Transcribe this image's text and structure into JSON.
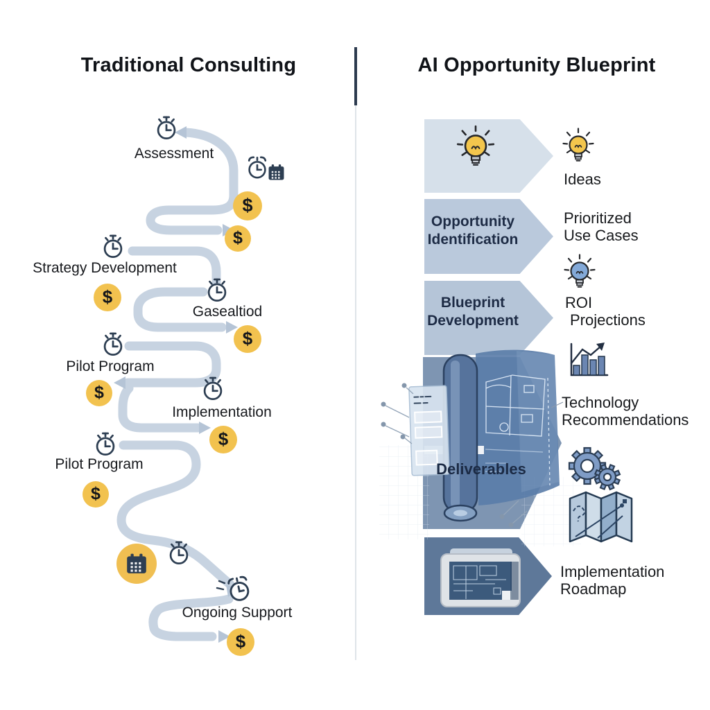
{
  "left_panel": {
    "title": "Traditional Consulting",
    "cost_symbol": "$",
    "cost_marker_count": 8,
    "stages": [
      {
        "label": "Assessment",
        "icon": "stopwatch-icon"
      },
      {
        "label": "Strategy Development",
        "icon": "stopwatch-icon"
      },
      {
        "label": "Gasealtiod",
        "icon": "stopwatch-icon"
      },
      {
        "label": "Pilot Program",
        "icon": "stopwatch-icon"
      },
      {
        "label": "Implementation",
        "icon": "stopwatch-icon"
      },
      {
        "label": "Pilot Program",
        "icon": "stopwatch-icon"
      },
      {
        "label": "Ongoing Support",
        "icon": "alarm-clock-icon"
      }
    ],
    "decor_icons": [
      "stopwatch-calendar-icon",
      "calendar-coin-icon",
      "winding-path",
      "dollar-coin-icon"
    ]
  },
  "right_panel": {
    "title": "AI Opportunity Blueprint",
    "process_steps": [
      {
        "label_line1": "",
        "label_line2": "",
        "icon": "lightbulb-icon"
      },
      {
        "label_line1": "Opportunity",
        "label_line2": "Identification",
        "icon": ""
      },
      {
        "label_line1": "Blueprint",
        "label_line2": "Development",
        "icon": ""
      },
      {
        "label_line1": "Deliverables",
        "label_line2": "",
        "icon": "blueprint-roll-icon"
      },
      {
        "label_line1": "",
        "label_line2": "",
        "icon": "tablet-roadmap-icon"
      }
    ],
    "outcomes": [
      {
        "label_line1": "Ideas",
        "label_line2": "",
        "icon": "lightbulb-yellow-icon"
      },
      {
        "label_line1": "Prioritized",
        "label_line2": "Use Cases",
        "icon": ""
      },
      {
        "label_line1": "ROI",
        "label_line2": "Projections",
        "icon": "lightbulb-blue-icon"
      },
      {
        "label_line1": "Technology",
        "label_line2": "Recommendations",
        "icon": "bar-chart-icon"
      },
      {
        "label_line1": "Implementation",
        "label_line2": "Roadmap",
        "icon": "gears-icon, map-icon"
      }
    ]
  },
  "colors": {
    "path": "#c7d3e1",
    "arrow": "#b5c4d6",
    "coin": "#f2c24f",
    "icon_navy": "#2d3e52",
    "chevron_light": "#d6e0ea",
    "chevron_mid": "#bac9dc",
    "chevron_mid2": "#b5c5d8",
    "chevron_dark": "#7e95b2",
    "chevron_darkest": "#5e7899",
    "bulb_yellow": "#f3c64d",
    "bulb_blue": "#83a9d8",
    "divider_dark": "#2c3a4e",
    "text_dark": "#15181d",
    "chevron_text": "#1d2b45"
  }
}
